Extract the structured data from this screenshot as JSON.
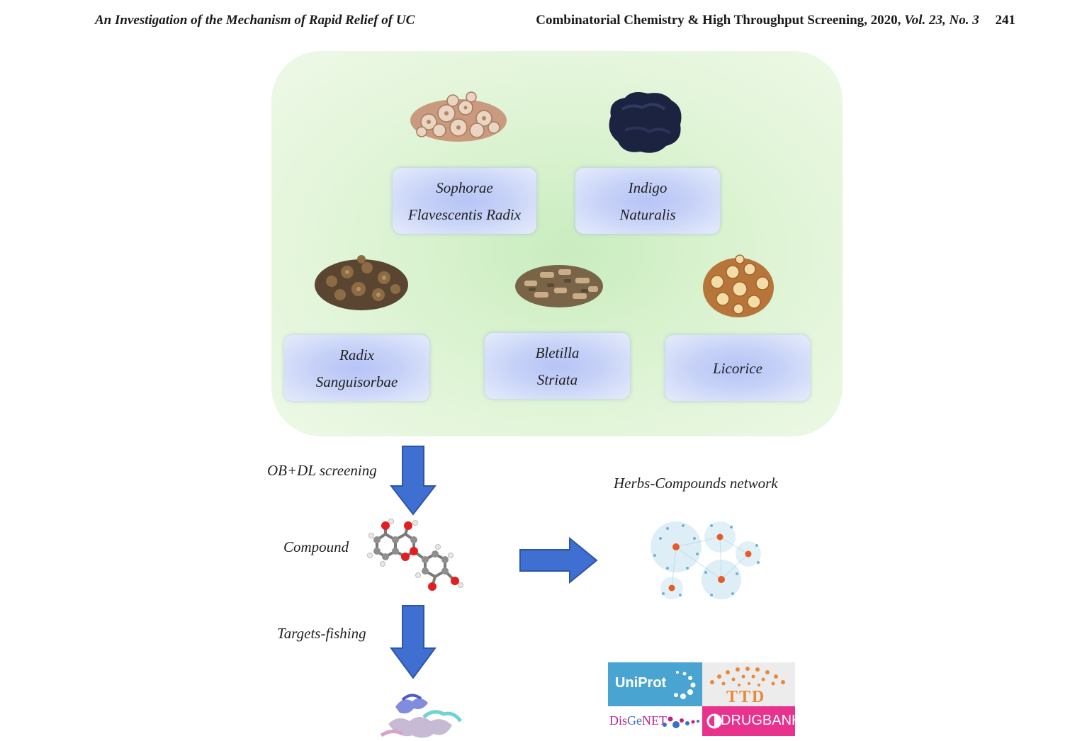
{
  "header": {
    "left": "An Investigation of the Mechanism of Rapid Relief of UC",
    "journal": "Combinatorial Chemistry & High Throughput Screening,",
    "year": "2020,",
    "volume": "Vol. 23, No. 3",
    "page": "241"
  },
  "herbs": {
    "sophorae": [
      "Sophorae",
      "Flavescentis Radix"
    ],
    "indigo": [
      "Indigo",
      "Naturalis"
    ],
    "sanguisorbae": [
      "Radix",
      "Sanguisorbae"
    ],
    "bletilla": [
      "Bletilla",
      "Striata"
    ],
    "licorice": [
      "Licorice"
    ]
  },
  "flow": {
    "screening": "OB+DL screening",
    "compound": "Compound",
    "fishing": "Targets-fishing",
    "network": "Herbs-Compounds network"
  },
  "databases": {
    "uniprot": "UniProt",
    "ttd": "TTD",
    "disgenet_a": "Dis",
    "disgenet_b": "Ge",
    "disgenet_c": "NET",
    "drugbank": "DRUGBANK"
  },
  "colors": {
    "arrow_blue": "#3f6fd1",
    "panel_green": "#d9f2cf",
    "box_blue": "#c7d2f7",
    "uniprot_blue": "#3d9ccc",
    "ttd_orange": "#e8893a",
    "drugbank_pink": "#e9328d",
    "disgenet_magenta": "#c0208a"
  },
  "icons": [
    "sophorae-herb-image",
    "indigo-herb-image",
    "sanguisorbae-herb-image",
    "bletilla-herb-image",
    "licorice-herb-image",
    "compound-molecule-image",
    "network-image",
    "protein-structure-image"
  ]
}
